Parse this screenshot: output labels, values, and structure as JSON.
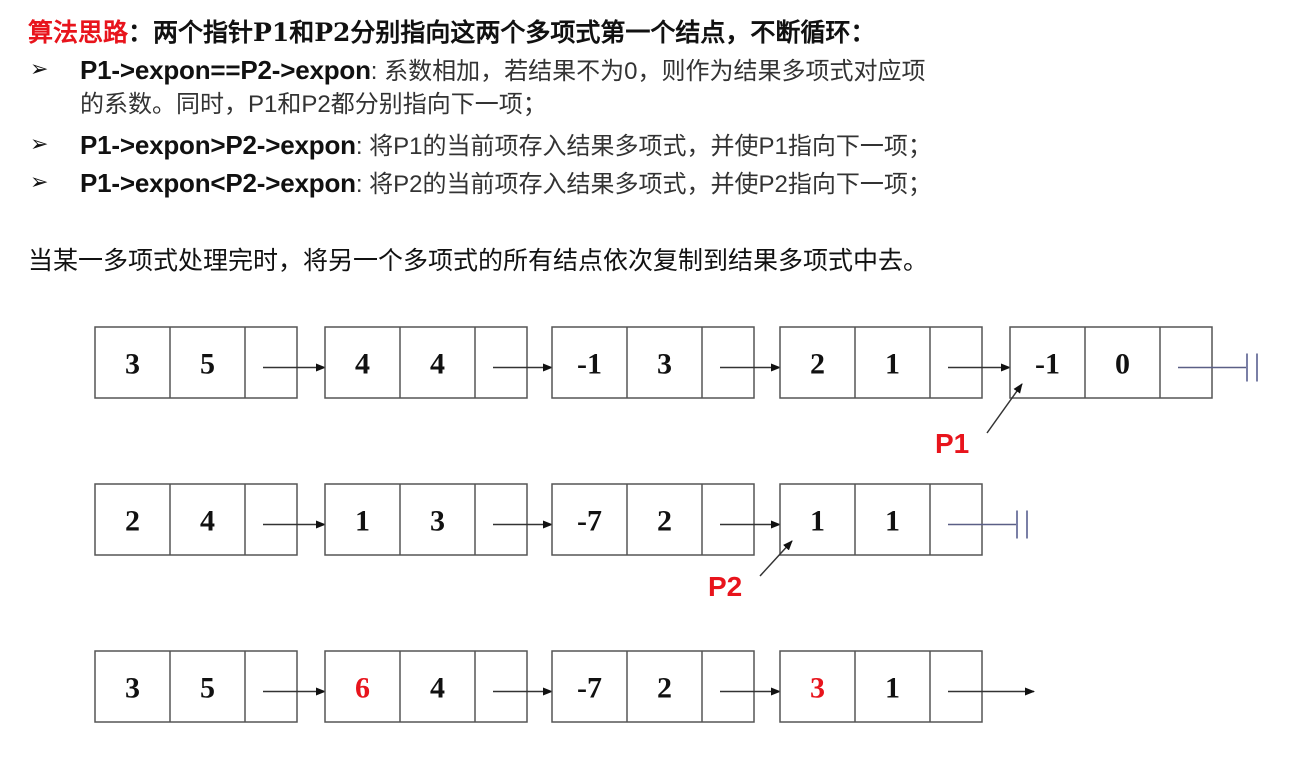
{
  "heading": {
    "label": "算法思路",
    "colon": "：",
    "text": "两个指针P1和P2分别指向这两个多项式第一个结点，不断循环："
  },
  "bullets": [
    {
      "condition": "P1->expon==P2->expon",
      "description": ": 系数相加，若结果不为0，则作为结果多项式对应项",
      "continuation": "的系数。同时，P1和P2都分别指向下一项；"
    },
    {
      "condition": "P1->expon>P2->expon",
      "description": ": 将P1的当前项存入结果多项式，并使P1指向下一项；"
    },
    {
      "condition": "P1->expon<P2->expon",
      "description": ": 将P2的当前项存入结果多项式，并使P2指向下一项；"
    }
  ],
  "bullet_symbol": "➢",
  "summary": "当某一多项式处理完时，将另一个多项式的所有结点依次复制到结果多项式中去。",
  "colors": {
    "accent_red": "#e8141c",
    "box_border": "#555555",
    "text": "#111111"
  },
  "lists": {
    "polynomial_1": {
      "nodes": [
        {
          "coef": "3",
          "expon": "5"
        },
        {
          "coef": "4",
          "expon": "4"
        },
        {
          "coef": "-1",
          "expon": "3"
        },
        {
          "coef": "2",
          "expon": "1"
        },
        {
          "coef": "-1",
          "expon": "0"
        }
      ],
      "terminator": "null",
      "pointer": {
        "label": "P1",
        "target_node_index": 4
      }
    },
    "polynomial_2": {
      "nodes": [
        {
          "coef": "2",
          "expon": "4"
        },
        {
          "coef": "1",
          "expon": "3"
        },
        {
          "coef": "-7",
          "expon": "2"
        },
        {
          "coef": "1",
          "expon": "1"
        }
      ],
      "terminator": "null",
      "pointer": {
        "label": "P2",
        "target_node_index": 3
      }
    },
    "result": {
      "nodes": [
        {
          "coef": "3",
          "expon": "5",
          "highlight": false
        },
        {
          "coef": "6",
          "expon": "4",
          "highlight": true
        },
        {
          "coef": "-7",
          "expon": "2",
          "highlight": false
        },
        {
          "coef": "3",
          "expon": "1",
          "highlight": true
        }
      ],
      "terminator": "arrow"
    }
  }
}
